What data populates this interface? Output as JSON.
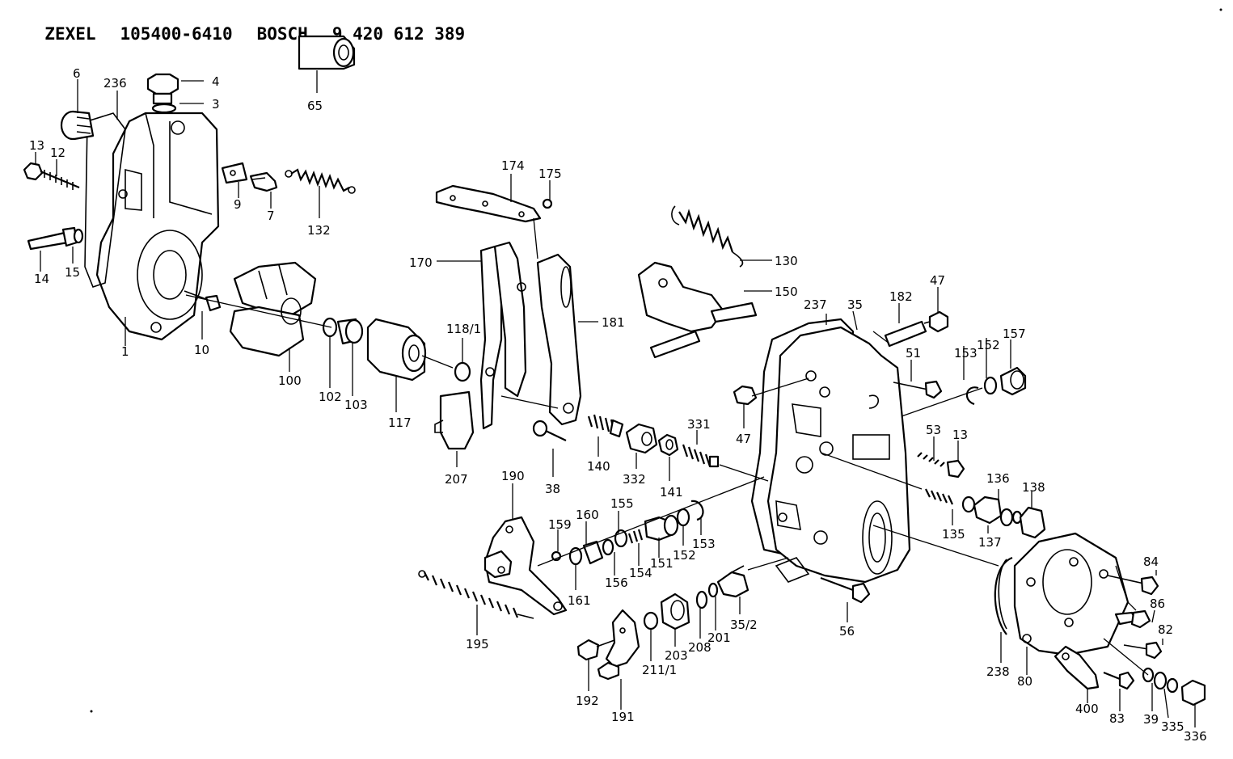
{
  "header": {
    "brand1": "ZEXEL",
    "code1": "105400-6410",
    "brand2": "BOSCH",
    "code2": "9 420 612 389"
  },
  "part_labels": [
    "1",
    "3",
    "4",
    "6",
    "7",
    "9",
    "10",
    "12",
    "13",
    "14",
    "15",
    "35",
    "35/2",
    "38",
    "39",
    "47",
    "51",
    "53",
    "56",
    "65",
    "80",
    "82",
    "83",
    "84",
    "86",
    "100",
    "102",
    "103",
    "117",
    "118/1",
    "130",
    "132",
    "135",
    "136",
    "137",
    "138",
    "140",
    "141",
    "150",
    "151",
    "152",
    "153",
    "154",
    "155",
    "156",
    "157",
    "159",
    "160",
    "161",
    "170",
    "174",
    "175",
    "181",
    "182",
    "190",
    "191",
    "192",
    "195",
    "201",
    "203",
    "207",
    "208",
    "211/1",
    "236",
    "237",
    "238",
    "331",
    "332",
    "335",
    "336",
    "400"
  ]
}
